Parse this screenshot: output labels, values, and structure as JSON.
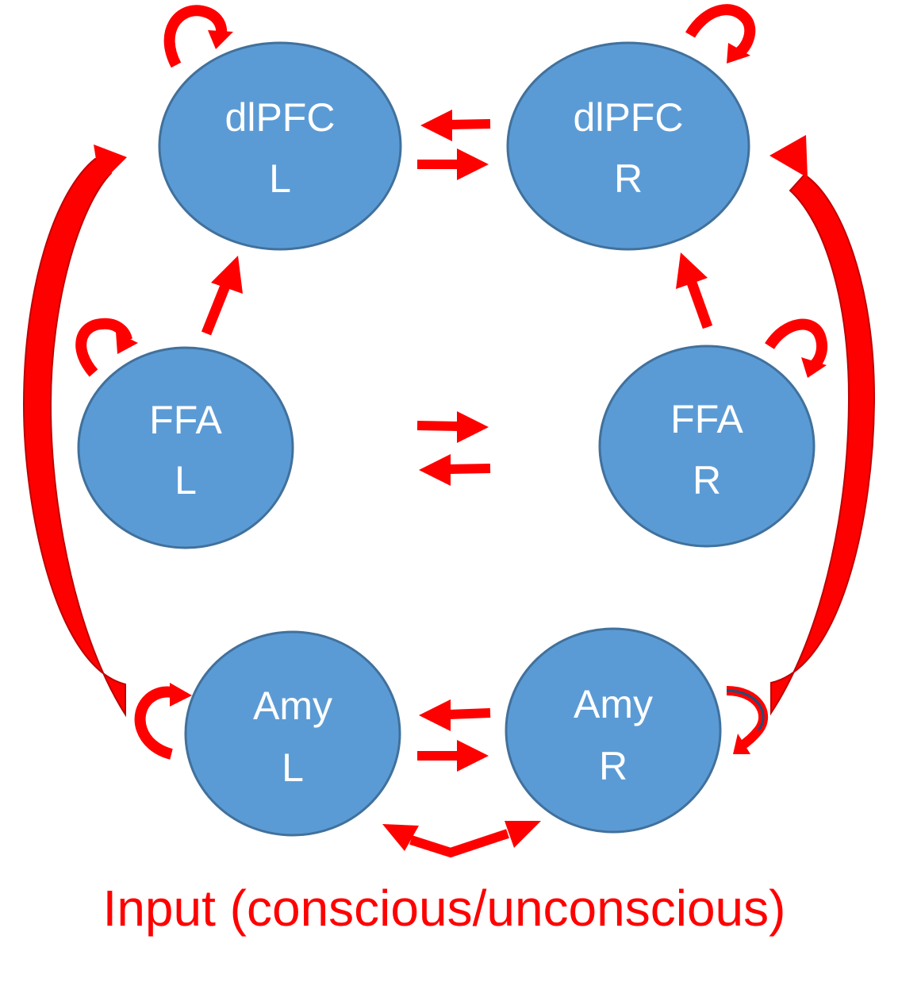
{
  "colors": {
    "node_fill": "#5b9bd5",
    "node_stroke": "#41719c",
    "node_text": "#ffffff",
    "arrow": "#ff0000",
    "arrow_dark": "#c00000",
    "caption": "#ff0000",
    "accent_blue": "#1f4e79"
  },
  "nodes": [
    {
      "id": "dlpfc-l",
      "line1": "dlPFC",
      "line2": "L"
    },
    {
      "id": "dlpfc-r",
      "line1": "dlPFC",
      "line2": "R"
    },
    {
      "id": "ffa-l",
      "line1": "FFA",
      "line2": "L"
    },
    {
      "id": "ffa-r",
      "line1": "FFA",
      "line2": "R"
    },
    {
      "id": "amy-l",
      "line1": "Amy",
      "line2": "L"
    },
    {
      "id": "amy-r",
      "line1": "Amy",
      "line2": "R"
    }
  ],
  "caption": "Input (conscious/unconscious)"
}
